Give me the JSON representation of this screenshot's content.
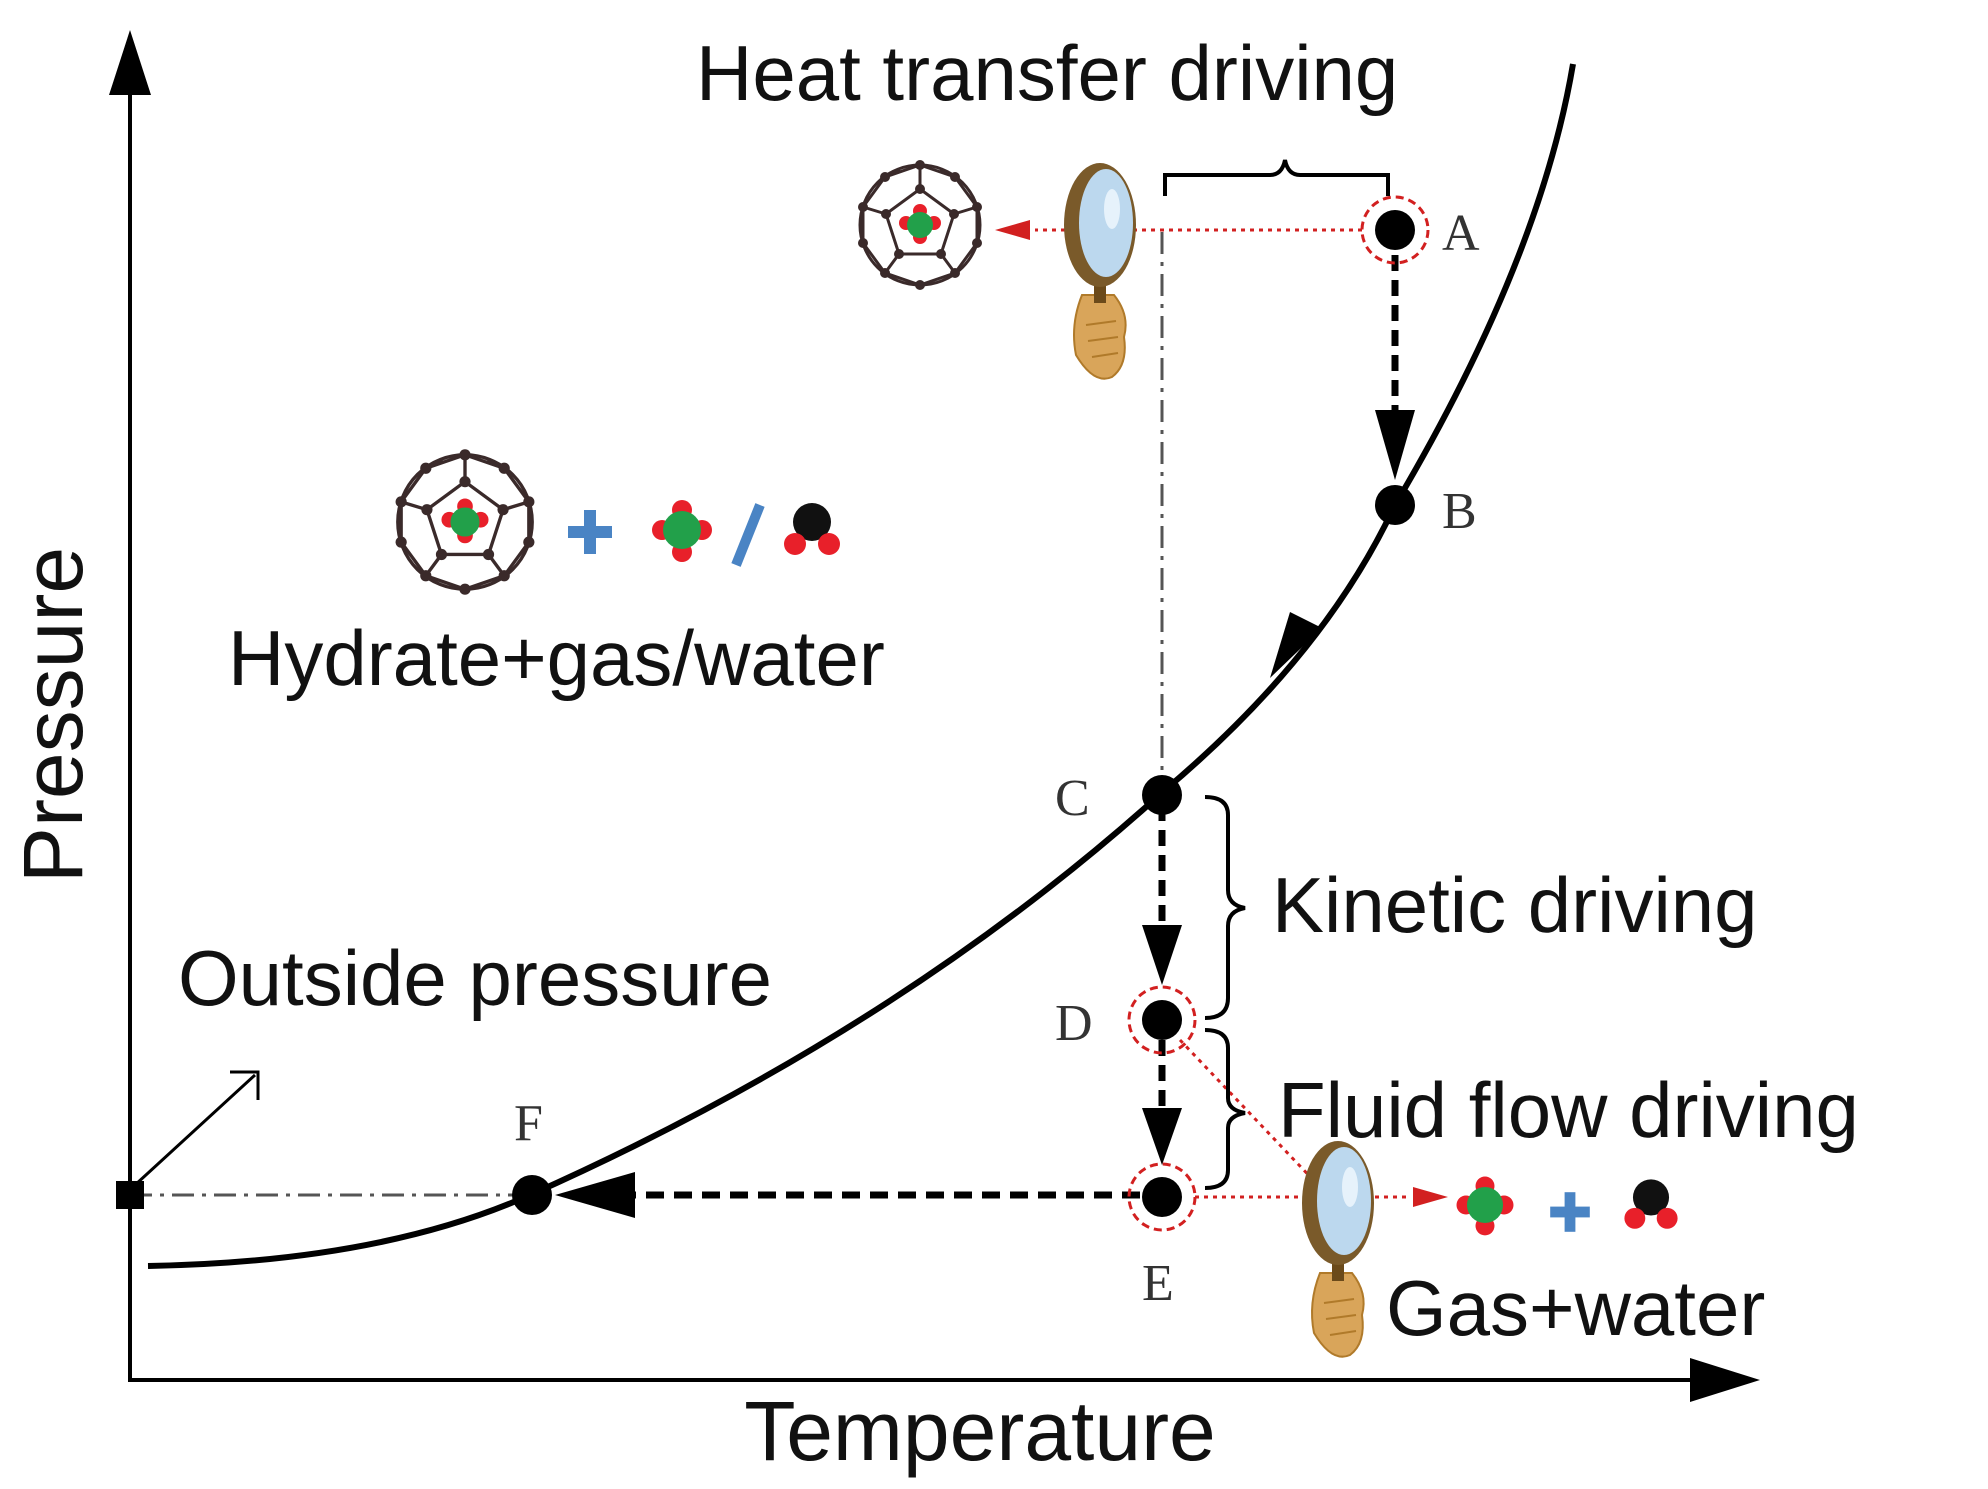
{
  "axes": {
    "x_label": "Temperature",
    "y_label": "Pressure"
  },
  "labels": {
    "heat_transfer": "Heat transfer driving",
    "hydrate_mix": "Hydrate+gas/water",
    "outside_pressure": "Outside pressure",
    "kinetic": "Kinetic driving",
    "fluid_flow": "Fluid flow driving",
    "gas_water": "Gas+water"
  },
  "points": {
    "A": "A",
    "B": "B",
    "C": "C",
    "D": "D",
    "E": "E",
    "F": "F"
  },
  "symbols": {
    "plus": "+",
    "slash": "/"
  },
  "colors": {
    "curve": "#000000",
    "red_guide": "#d22020",
    "gas_green": "#22a04a",
    "atom_red": "#e8202a",
    "plus_blue": "#4a84c4",
    "lens_blue": "#bcd8ee",
    "lens_rim": "#7a5a2a",
    "hand": "#d9a55a"
  },
  "icons": {
    "hydrate_cage": "hydrate-cage-icon",
    "magnifier": "magnifying-glass-icon",
    "gas_molecule": "gas-molecule-icon",
    "water_molecule": "water-molecule-icon"
  }
}
